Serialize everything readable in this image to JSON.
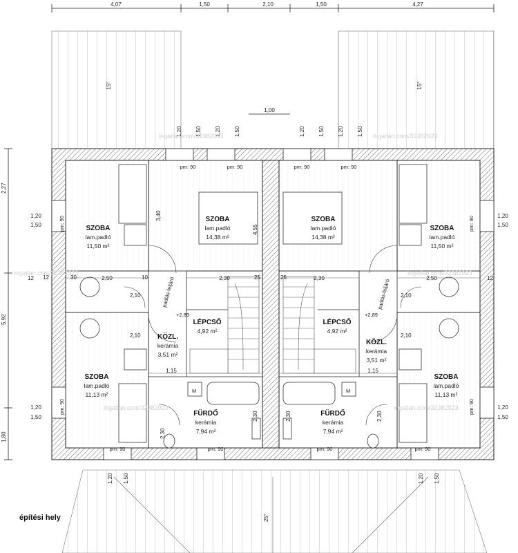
{
  "top_dims": [
    "4,07",
    "1,50",
    "2,10",
    "1,50",
    "4,27"
  ],
  "roof_pitch_top_left": "15°",
  "roof_pitch_top_right": "15°",
  "roof_pitch_bottom": "25°",
  "dim_mid": "1,00",
  "left_dims": [
    "2,27",
    "5,92",
    "1,80"
  ],
  "window_dims_left": [
    "1,20",
    "1,50",
    "1,20",
    "1,50"
  ],
  "window_dims_right": [
    "1,20",
    "1,50",
    "1,20",
    "1,50"
  ],
  "parapet": "pm: 90",
  "rooms": {
    "szoba_tl": {
      "name": "SZOBA",
      "floor": "lam.padló",
      "area": "11,50 m²"
    },
    "szoba_tc1": {
      "name": "SZOBA",
      "floor": "lam.padló",
      "area": "14,38 m²"
    },
    "szoba_tc2": {
      "name": "SZOBA",
      "floor": "lam.padló",
      "area": "14,38 m²"
    },
    "szoba_tr": {
      "name": "SZOBA",
      "floor": "lam.padló",
      "area": "11,50 m²"
    },
    "szoba_bl": {
      "name": "SZOBA",
      "floor": "lam.padló",
      "area": "11,13 m²"
    },
    "szoba_br": {
      "name": "SZOBA",
      "floor": "lam.padló",
      "area": "11,13 m²"
    },
    "lepcso_l": {
      "name": "LÉPCSŐ",
      "area": "4,92 m²"
    },
    "lepcso_r": {
      "name": "LÉPCSŐ",
      "area": "4,92 m²"
    },
    "kozl_l": {
      "name": "KÖZL.",
      "floor": "kerámia",
      "area": "3,51 m²"
    },
    "kozl_r": {
      "name": "KÖZL.",
      "floor": "kerámia",
      "area": "3,51 m²"
    },
    "furdo_l": {
      "name": "FÜRDŐ",
      "floor": "kerámia",
      "area": "7,94 m²"
    },
    "furdo_r": {
      "name": "FÜRDŐ",
      "floor": "kerámia",
      "area": "7,94 m²"
    }
  },
  "level_mark": "+2,89",
  "attic_hatch": "padlás-feljáró",
  "inner_dims": [
    "2,50",
    "2,30",
    "2,10",
    "1,15",
    "2,30",
    "12",
    "30",
    "10",
    "25"
  ],
  "watermark": "ingatlan.com/32382923",
  "site_label": "építési hely"
}
